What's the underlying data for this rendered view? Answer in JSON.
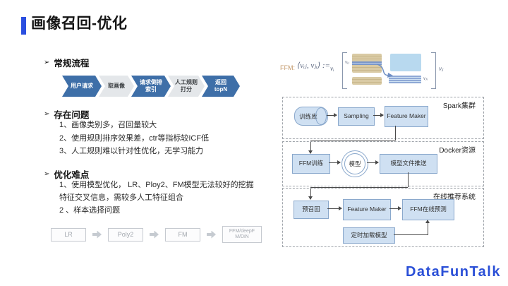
{
  "slide": {
    "title": "画像召回-优化",
    "bullet": "➢",
    "brand": "DataFunTalk"
  },
  "colors": {
    "accent_bar": "#2b4fe0",
    "flow_blue": "#3e6fa8",
    "flow_gray": "#e4e7ea",
    "node_fill": "#cfe0f2",
    "node_border": "#8aa8cc",
    "brand_blue": "#2a4fd7",
    "formula_tan": "#c49a6c"
  },
  "sections": {
    "process": {
      "heading": "常规流程",
      "steps": [
        {
          "label": "用户请求"
        },
        {
          "label": "取画像"
        },
        {
          "label": "请求倒排\n索引"
        },
        {
          "label": "人工规则\n打分"
        },
        {
          "label": "返回\ntopN"
        }
      ]
    },
    "problems": {
      "heading": "存在问题",
      "items": [
        "1、画像类别多，召回量较大",
        "2、使用规则排序效果差，ctr等指标较ICF低",
        "3、人工规则难以针对性优化，无学习能力"
      ]
    },
    "difficulties": {
      "heading": "优化难点",
      "items": [
        "1、使用模型优化， LR、Ploy2、FM模型无法较好的挖掘特征交叉信息，需较多人工特征组合",
        "2 、样本选择问题"
      ]
    },
    "model_evolution": [
      "LR",
      "Poly2",
      "FM",
      "FFM/deepF\nM/DiN"
    ]
  },
  "formula": {
    "prefix": "FFM:",
    "expression": "⟨vᵢⱼ, vⱼᵢ⟩ :=",
    "vi": "vᵢ",
    "vj": "vⱼ",
    "vij": "vᵢⱼ",
    "vji": "vⱼᵢ"
  },
  "pipeline": {
    "spark": {
      "label": "Spark集群",
      "db": "训练库",
      "sampling": "Sampling",
      "feature_maker": "Feature Maker"
    },
    "docker": {
      "label": "Docker资源",
      "train": "FFM训练",
      "model": "模型",
      "push": "模型文件推送"
    },
    "online": {
      "label": "在线推荐系统",
      "prerecall": "预召回",
      "feature_maker": "Feature Maker",
      "predict": "FFM在线预测",
      "load": "定时加载模型"
    }
  }
}
